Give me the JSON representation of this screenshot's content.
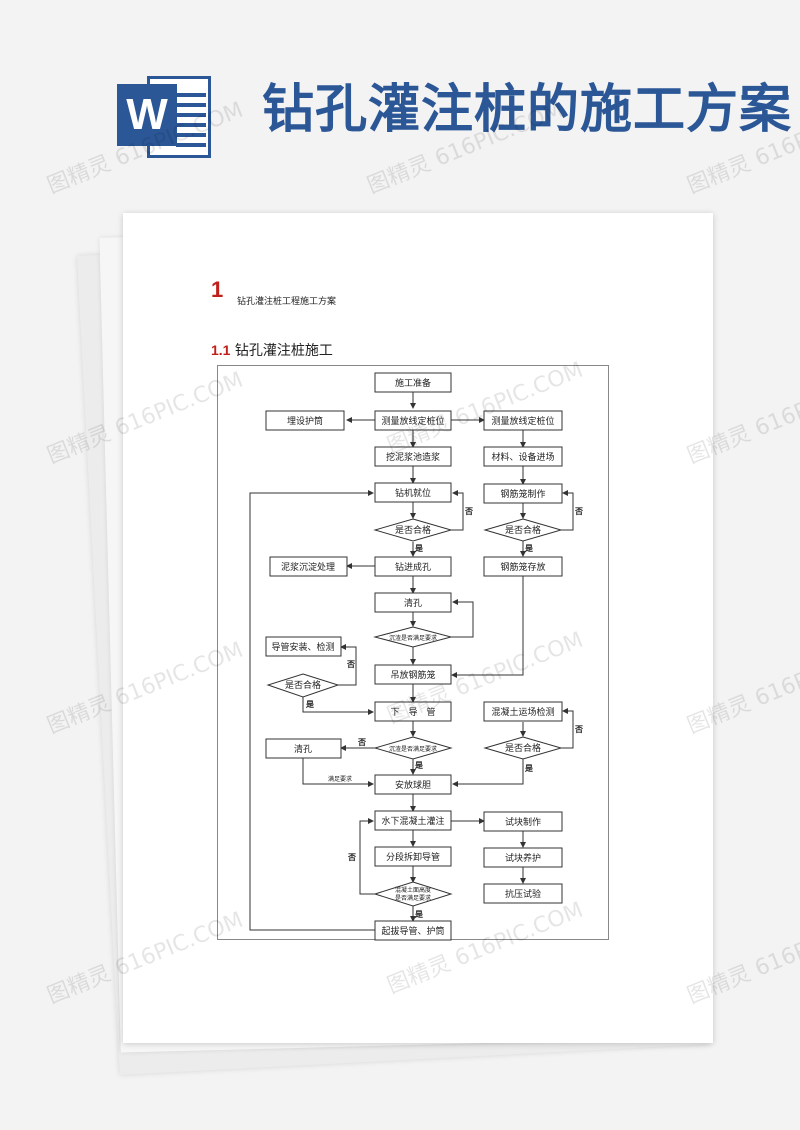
{
  "banner": {
    "app_icon": "word-icon",
    "app_letter": "W",
    "title": "钻孔灌注桩的施工方案"
  },
  "document": {
    "heading1_number": "1",
    "heading1_text": "钻孔灌注桩工程施工方案",
    "heading2_number": "1.1",
    "heading2_text": "钻孔灌注桩施工"
  },
  "flowchart": {
    "boxes": {
      "b1": "施工准备",
      "b2": "测量放线定桩位",
      "b3": "埋设护筒",
      "b4": "测量放线定桩位",
      "b5": "挖泥浆池造浆",
      "b6": "材料、设备进场",
      "b7": "钻机就位",
      "b8": "钢筋笼制作",
      "b9": "钻进成孔",
      "b10": "泥浆沉淀处理",
      "b11": "钢筋笼存放",
      "b12": "清孔",
      "b13": "导管安装、检测",
      "b14": "吊放钢筋笼",
      "b15": "下　导　管",
      "b16": "混凝土运场检测",
      "b17": "清孔",
      "b18": "安放球胆",
      "b19": "水下混凝土灌注",
      "b20": "试块制作",
      "b21": "分段拆卸导管",
      "b22": "试块养护",
      "b23": "抗压试验",
      "b24": "起拔导管、护筒"
    },
    "diamonds": {
      "d1": "是否合格",
      "d2": "是否合格",
      "d3": "沉渣是否满足要求",
      "d4": "是否合格",
      "d5": "沉渣是否满足要求",
      "d6": "是否合格",
      "d7a": "混凝土面高度",
      "d7b": "是否满足要求"
    },
    "edge_labels": {
      "no": "否",
      "yes": "是",
      "meets": "满足要求"
    }
  },
  "watermark": {
    "text": "图精灵 616PIC.COM"
  }
}
